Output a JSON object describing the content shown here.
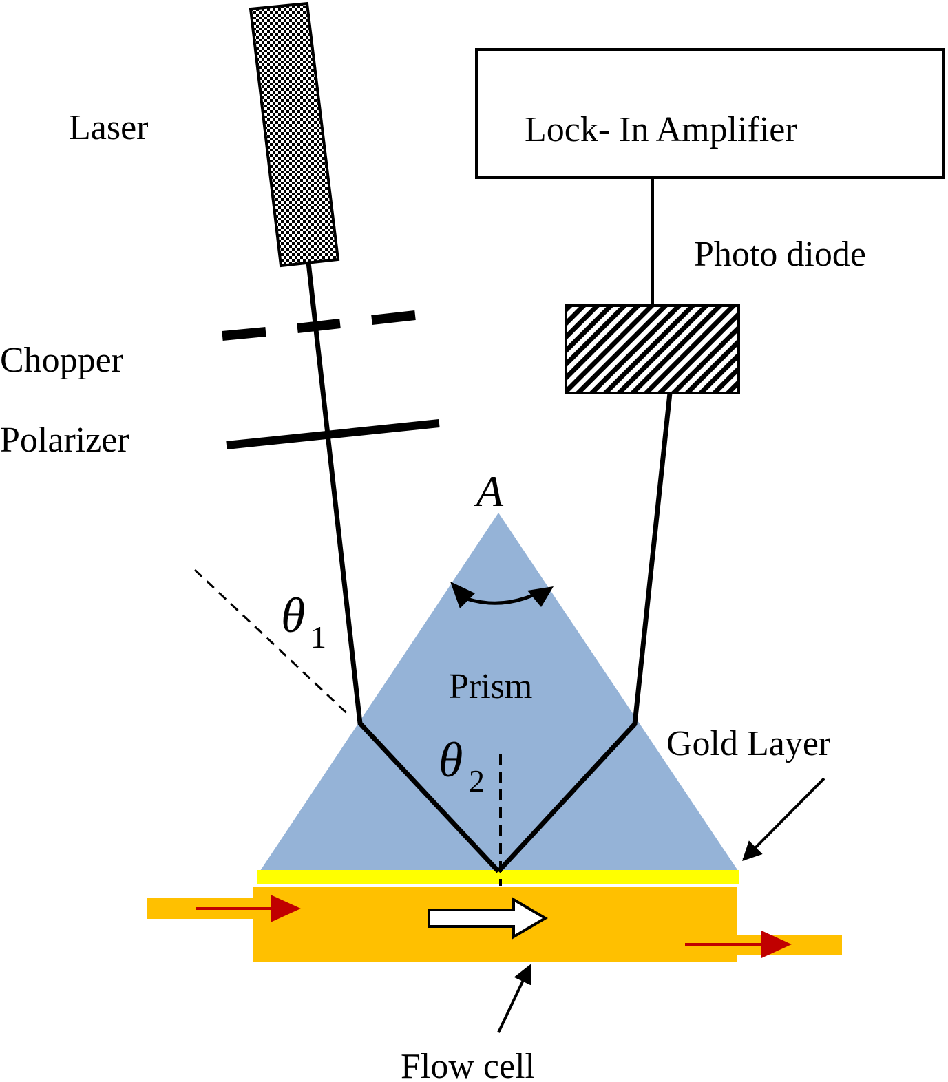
{
  "labels": {
    "laser": "Laser",
    "lock_in_amplifier": "Lock- In Amplifier",
    "photo_diode": "Photo diode",
    "chopper": "Chopper",
    "polarizer": "Polarizer",
    "apex": "A",
    "theta1": "θ",
    "theta1_sub": "1",
    "theta2": "θ",
    "theta2_sub": "2",
    "prism": "Prism",
    "gold_layer": "Gold Layer",
    "flow_cell": "Flow cell"
  },
  "colors": {
    "prism": "#95b3d7",
    "gold_layer": "#ffff00",
    "flow_cell": "#ffc000",
    "flow_arrow": "#c00000",
    "beam": "#000000"
  }
}
